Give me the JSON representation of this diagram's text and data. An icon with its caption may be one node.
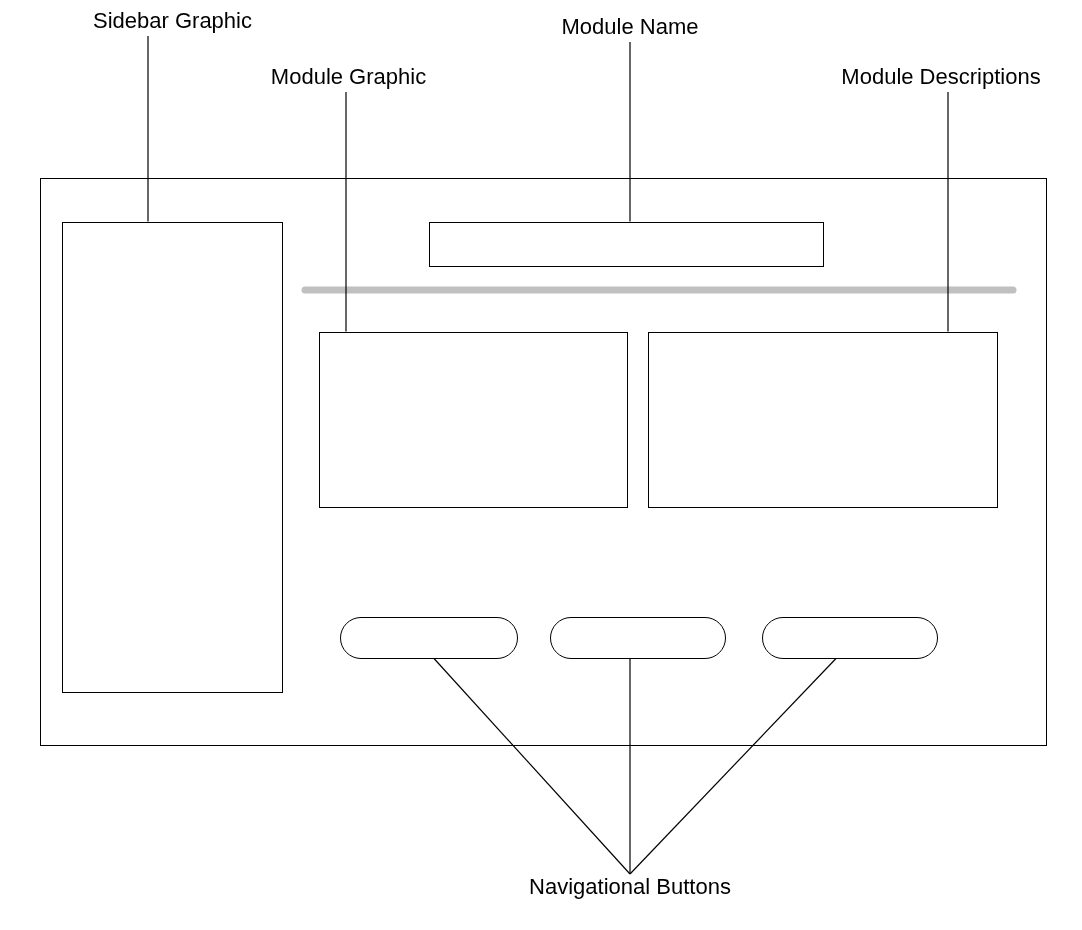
{
  "diagram": {
    "nodes": [
      {
        "text": [
          "Sidebar Graphic"
        ]
      },
      {
        "text": [
          "Module Name"
        ]
      },
      {
        "text": [
          "Module Graphic"
        ]
      },
      {
        "text": [
          "Module Descriptions"
        ]
      },
      {
        "text": [
          "Navigational Buttons"
        ]
      },
      {
        "text": [],
        "shape": "box"
      },
      {
        "text": [],
        "shape": "box",
        "in": 5
      },
      {
        "text": [],
        "shape": "box",
        "in": 5
      },
      {
        "text": [],
        "shape": "box",
        "in": 5
      },
      {
        "text": [],
        "shape": "box",
        "in": 5
      },
      {
        "text": [],
        "shape": "box",
        "in": 5
      },
      {
        "text": [],
        "shape": "box",
        "in": 5
      },
      {
        "text": [],
        "shape": "box",
        "in": 5
      }
    ],
    "edges": [
      {
        "from": 0,
        "to": 6,
        "arrow": "none"
      },
      {
        "from": 1,
        "to": 7,
        "arrow": "none"
      },
      {
        "from": 2,
        "to": 8,
        "arrow": "none"
      },
      {
        "from": 3,
        "to": 9,
        "arrow": "none"
      },
      {
        "from": 4,
        "to": 10,
        "arrow": "none"
      },
      {
        "from": 4,
        "to": 11,
        "arrow": "none"
      },
      {
        "from": 4,
        "to": 12,
        "arrow": "none"
      }
    ]
  }
}
